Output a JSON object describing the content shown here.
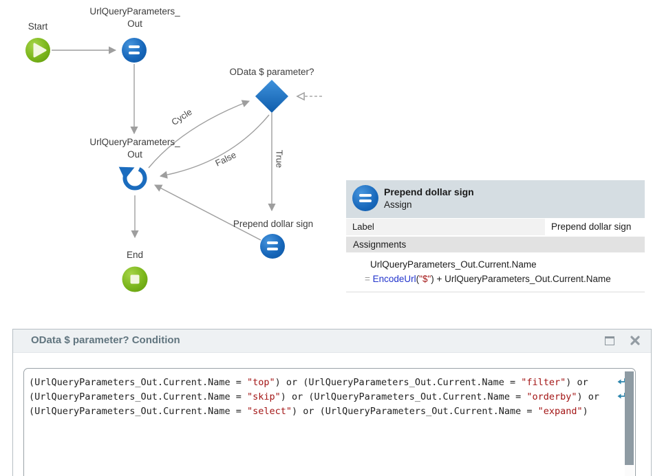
{
  "flow": {
    "nodes": {
      "start": {
        "label": "Start",
        "type": "start"
      },
      "assign_top": {
        "label_line1": "UrlQueryParameters_",
        "label_line2": "Out",
        "type": "assign"
      },
      "decision": {
        "label": "OData $ parameter?",
        "type": "if"
      },
      "loop": {
        "label_line1": "UrlQueryParameters_",
        "label_line2": "Out",
        "type": "for-each"
      },
      "assign_prepend": {
        "label": "Prepend dollar sign",
        "type": "assign"
      },
      "end": {
        "label": "End",
        "type": "end"
      }
    },
    "edge_labels": {
      "cycle": "Cycle",
      "false_branch": "False",
      "true_branch": "True"
    }
  },
  "properties_panel": {
    "title": "Prepend dollar sign",
    "subtitle": "Assign",
    "icon": "assign-equals-icon",
    "label_row": {
      "key": "Label",
      "value": "Prepend dollar sign"
    },
    "section_header": "Assignments",
    "assignment": {
      "target": "UrlQueryParameters_Out.Current.Name",
      "expression_segments": [
        {
          "c": "op",
          "t": "= "
        },
        {
          "c": "fn",
          "t": "EncodeUrl"
        },
        {
          "c": "code",
          "t": "("
        },
        {
          "c": "str",
          "t": "\"$\""
        },
        {
          "c": "code",
          "t": ") + UrlQueryParameters_Out.Current.Name"
        }
      ]
    }
  },
  "dialog": {
    "title": "OData $ parameter? Condition",
    "titlebar_icons": [
      "maximize-icon",
      "close-icon"
    ],
    "code_lines": [
      {
        "wrapped": true,
        "segments": [
          {
            "c": "code",
            "t": "(UrlQueryParameters_Out.Current.Name = "
          },
          {
            "c": "str",
            "t": "\"top\""
          },
          {
            "c": "code",
            "t": ") or (UrlQueryParameters_Out.Current.Name = "
          },
          {
            "c": "str",
            "t": "\"filter\""
          },
          {
            "c": "code",
            "t": ") or"
          }
        ]
      },
      {
        "wrapped": true,
        "segments": [
          {
            "c": "code",
            "t": "(UrlQueryParameters_Out.Current.Name = "
          },
          {
            "c": "str",
            "t": "\"skip\""
          },
          {
            "c": "code",
            "t": ") or (UrlQueryParameters_Out.Current.Name = "
          },
          {
            "c": "str",
            "t": "\"orderby\""
          },
          {
            "c": "code",
            "t": ") or"
          }
        ]
      },
      {
        "wrapped": false,
        "segments": [
          {
            "c": "code",
            "t": "(UrlQueryParameters_Out.Current.Name = "
          },
          {
            "c": "str",
            "t": "\"select\""
          },
          {
            "c": "code",
            "t": ") or (UrlQueryParameters_Out.Current.Name = "
          },
          {
            "c": "str",
            "t": "\"expand\""
          },
          {
            "c": "code",
            "t": ")"
          }
        ]
      }
    ]
  },
  "colors": {
    "node_blue": "#1a6fc4",
    "node_green": "#7cb71e",
    "edge_gray": "#9e9e9e",
    "string_red": "#a31515",
    "function_blue": "#2133cc",
    "wrap_teal": "#2e86ad",
    "panel_header_bg": "#d5dde2",
    "titlebar_bg": "#eef1f3",
    "title_gray": "#61757f"
  }
}
